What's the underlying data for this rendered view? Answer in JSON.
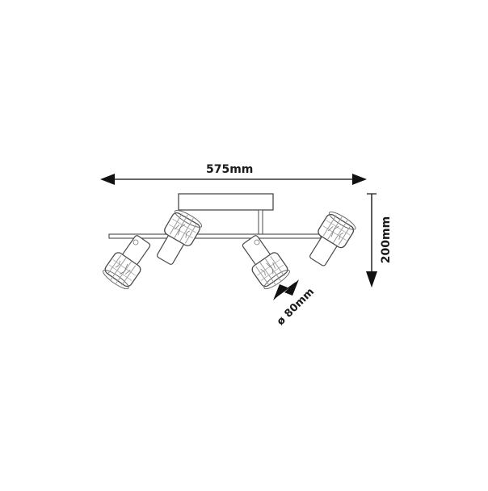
{
  "drawing": {
    "subject": "4-spot ceiling light fixture technical dimension drawing",
    "dimensions": {
      "width": {
        "label": "575mm",
        "value": 575,
        "unit": "mm"
      },
      "height": {
        "label": "200mm",
        "value": 200,
        "unit": "mm"
      },
      "shade_diameter": {
        "label": "ø 80mm",
        "value": 80,
        "unit": "mm"
      }
    },
    "components": {
      "spotlight_count": 4,
      "ceiling_plate": "rectangular canopy",
      "bar": "horizontal rod"
    },
    "colors": {
      "background": "#ffffff",
      "line": "#3a3a3a",
      "arrow": "#111111",
      "shade_hatch": "#8a8a8a"
    }
  }
}
